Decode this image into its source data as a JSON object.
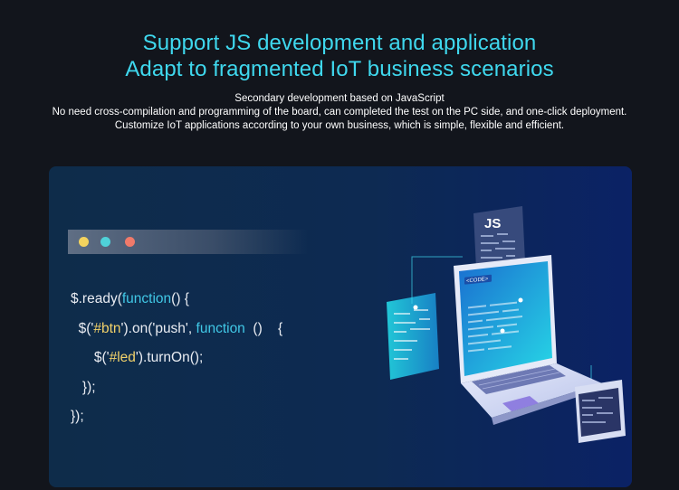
{
  "heading": {
    "line1": "Support JS development and application",
    "line2": "Adapt to fragmented IoT business scenarios"
  },
  "subtitle": {
    "line1": "Secondary development based on JavaScript",
    "line2": "No need cross-compilation and programming of the board, can completed the test on the PC side, and one-click deployment.",
    "line3": "Customize IoT applications according to your own business, which is simple, flexible and efficient."
  },
  "code": {
    "l1_a": "$.ready(",
    "l1_kw": "function",
    "l1_b": "() {",
    "l2_a": "  $('",
    "l2_str": "#btn",
    "l2_b": "').on('push', ",
    "l2_kw": "function",
    "l2_c": "  ()    {",
    "l3_a": "      $('",
    "l3_str": "#led",
    "l3_b": "').turnOn();",
    "l4": "   });",
    "l5": "});"
  },
  "illustration": {
    "js_label": "JS",
    "code_tag": "<CODE>"
  },
  "colors": {
    "heading": "#3fd8ee",
    "keyword": "#41c8e6",
    "string": "#f2d26a",
    "dot_yellow": "#f4d35e",
    "dot_cyan": "#4fd1d9",
    "dot_red": "#f07a6a"
  }
}
